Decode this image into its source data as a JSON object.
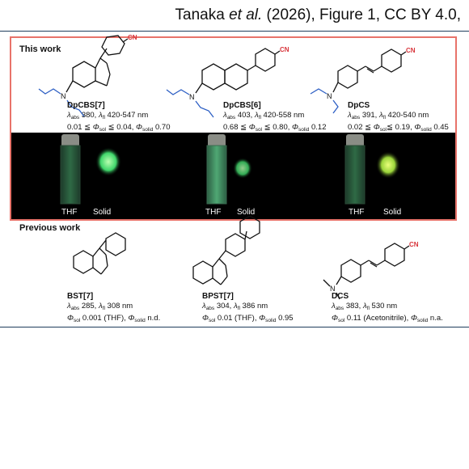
{
  "header": {
    "authors": "Tanaka",
    "etal": "et al.",
    "rest": " (2026), Figure 1, CC BY 4.0,"
  },
  "this_work": {
    "title": "This work",
    "compounds": [
      {
        "name": "DpCBS[7]",
        "abs": "380",
        "fl": "420-547 nm",
        "sol_lo": "0.01 ≦ ",
        "sol_hi": " ≦ 0.04, ",
        "solid": "0.70"
      },
      {
        "name": "DpCBS[6]",
        "abs": "403",
        "fl": "420-558 nm",
        "sol_lo": "0.68 ≦ ",
        "sol_hi": " ≦ 0.80, ",
        "solid": "0.12"
      },
      {
        "name": "DpCS",
        "abs": "391",
        "fl": "420-540 nm",
        "sol_lo": "0.02 ≦ ",
        "sol_hi": "≦ 0.19, ",
        "solid": "0.45"
      }
    ],
    "photo_labels": [
      "THF",
      "Solid"
    ]
  },
  "previous_work": {
    "title": "Previous work",
    "compounds": [
      {
        "name": "BST[7]",
        "line2": "285, ",
        "fl": "308 nm",
        "sol": "0.001 (THF), ",
        "solid": "n.d."
      },
      {
        "name": "BPST[7]",
        "line2": "304, ",
        "fl": "386 nm",
        "sol": "0.01 (THF), ",
        "solid": "0.95"
      },
      {
        "name": "DCS",
        "line2": "383, ",
        "fl": "530 nm",
        "sol": "0.11 (Acetonitrile), ",
        "solid": "n.a."
      }
    ]
  },
  "symbols": {
    "lambda": "λ",
    "abs": "abs",
    "fl": "fl",
    "phi": "Φ",
    "sol": "sol",
    "solid": "solid",
    "cn": "CN",
    "n": "N"
  },
  "colors": {
    "frame": "#e8736a",
    "rule": "#1f3d5c",
    "alkyl_blue": "#2d5fc4",
    "cn_red": "#d8343a",
    "glow_green": "#7de37a"
  }
}
